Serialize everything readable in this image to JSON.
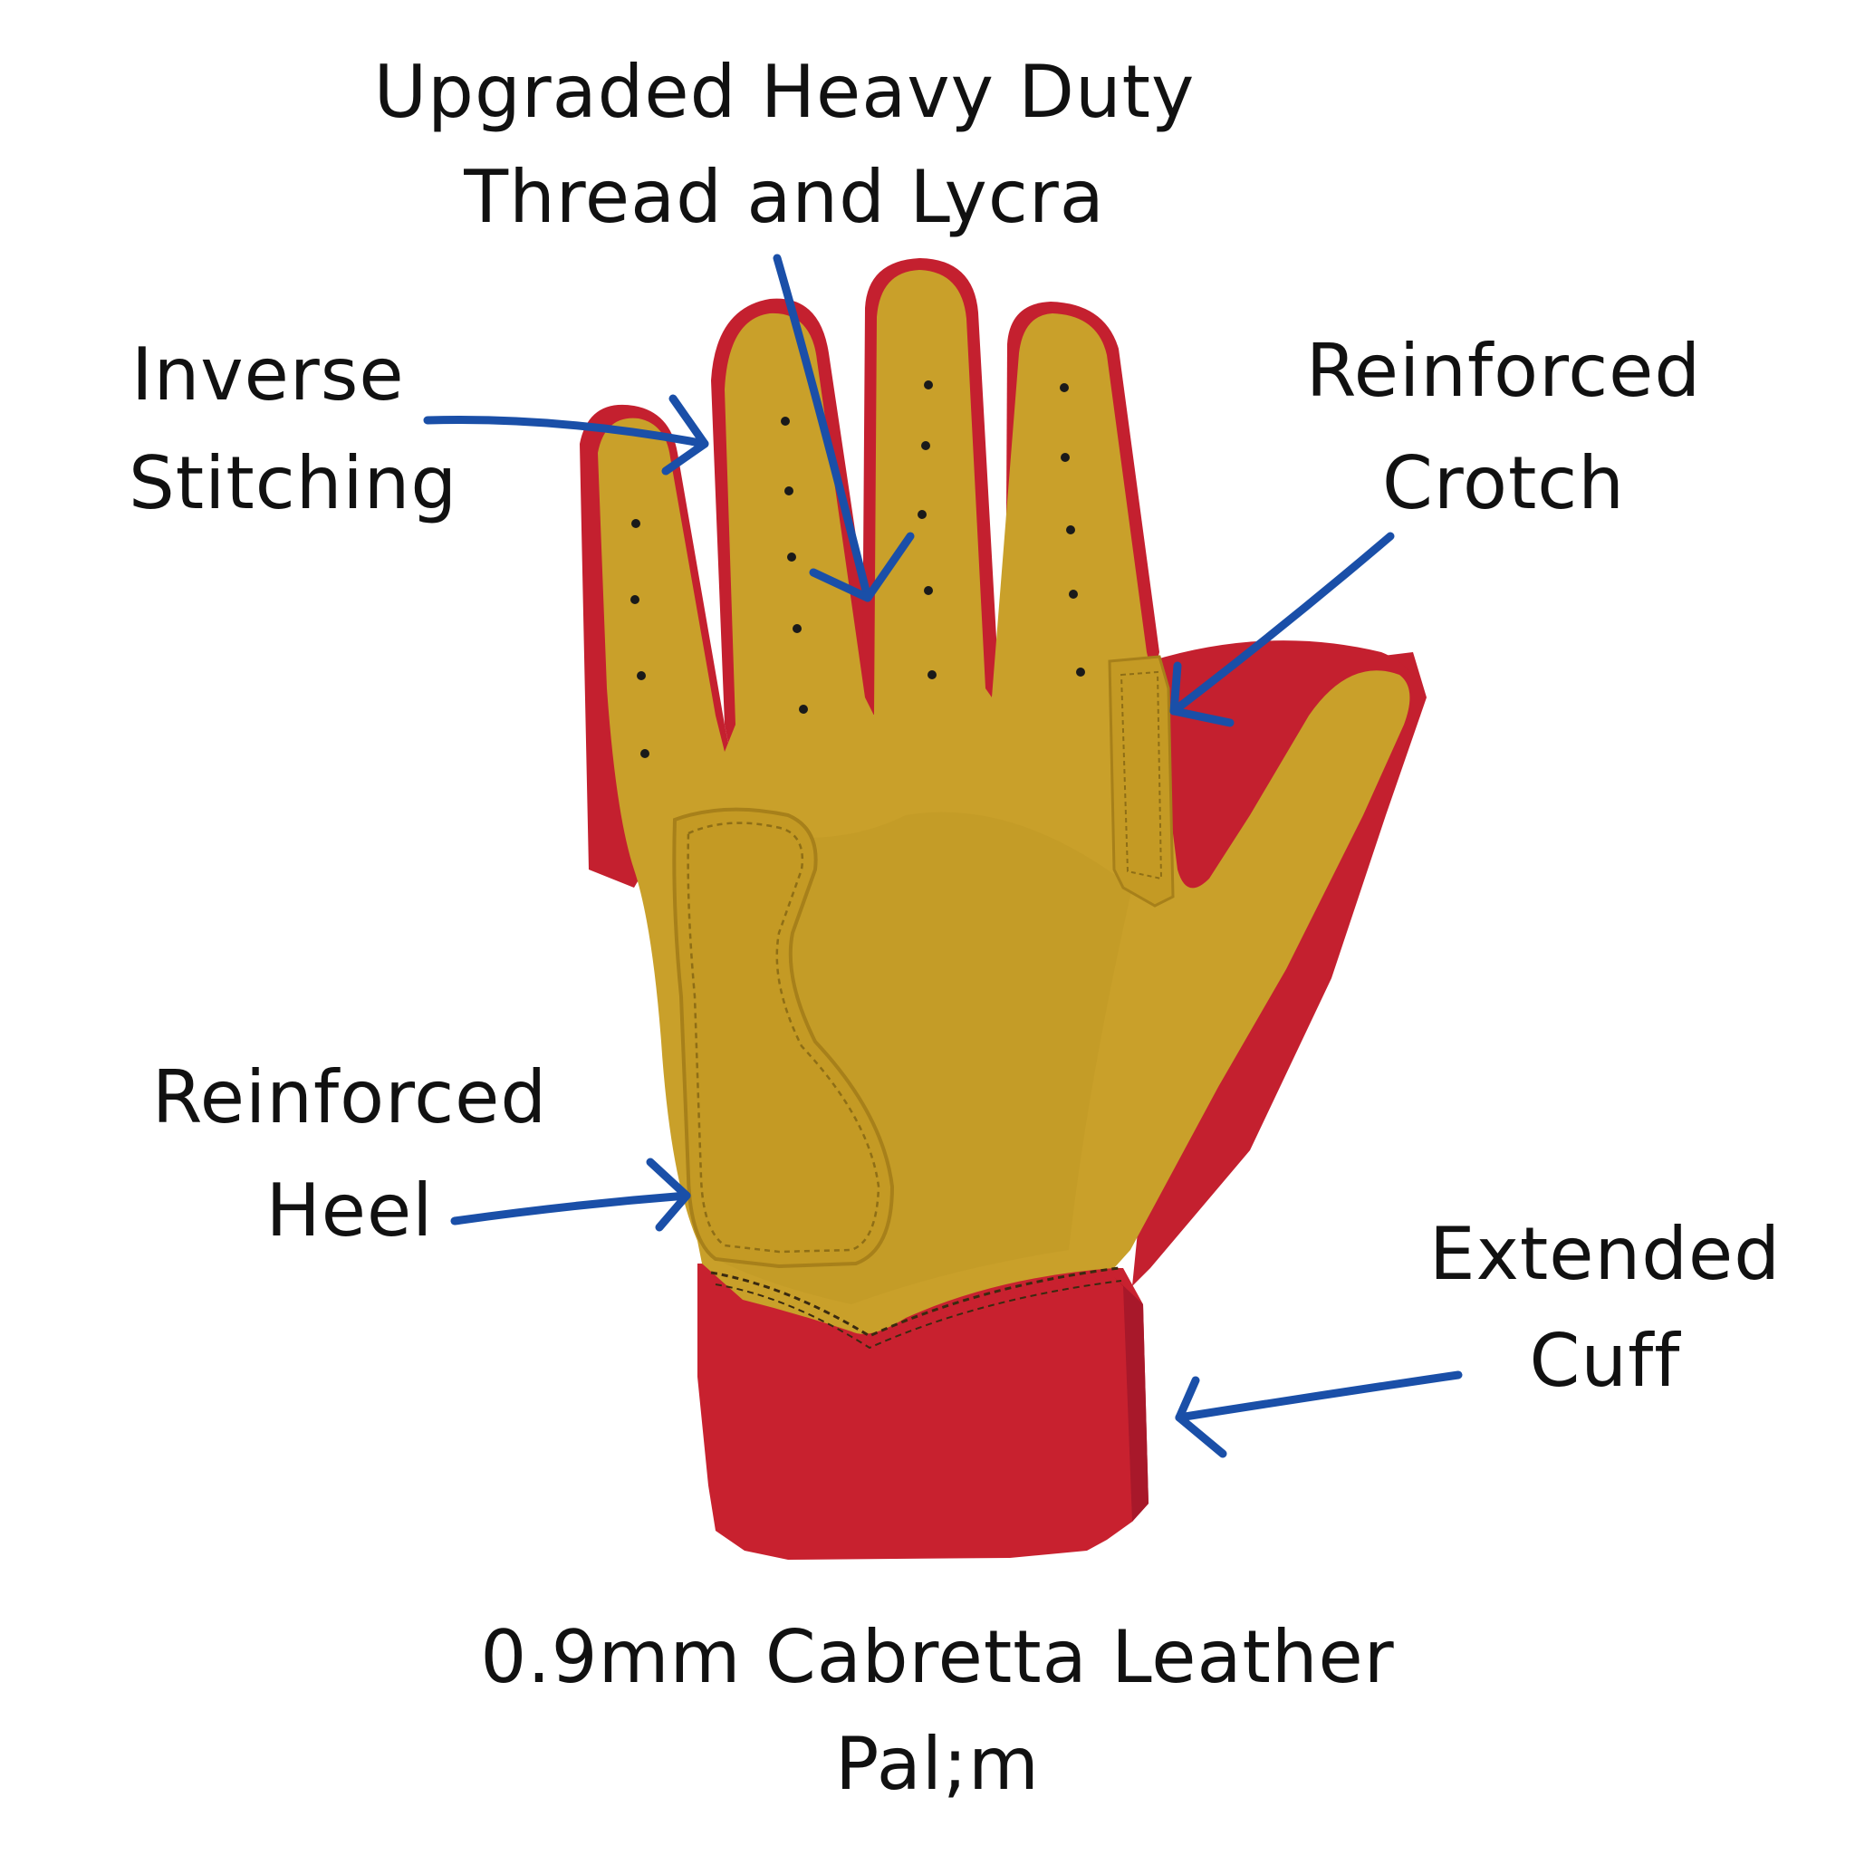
{
  "colors": {
    "background": "#FFFFFF",
    "palm_leather": "#C9A02A",
    "palm_shadow": "#B58C1E",
    "backing_red": "#C4202F",
    "cuff_red": "#C8212F",
    "arrow_blue": "#1A4FA8",
    "text": "#111111"
  },
  "labels": {
    "thread_line1": "Upgraded Heavy Duty",
    "thread_line2": "Thread and Lycra",
    "stitching_line1": "Inverse",
    "stitching_line2": "Stitching",
    "crotch_line1": "Reinforced",
    "crotch_line2": "Crotch",
    "heel_line1": "Reinforced",
    "heel_line2": "Heel",
    "cuff_line1": "Extended",
    "cuff_line2": "Cuff",
    "palm_line1": "0.9mm Cabretta Leather",
    "palm_line2": "Pal;m"
  },
  "callouts": [
    {
      "id": "thread-lycra",
      "target": "finger gusset between index and middle finger"
    },
    {
      "id": "inverse-stitching",
      "target": "ring finger side seam"
    },
    {
      "id": "reinforced-crotch",
      "target": "thumb crotch patch"
    },
    {
      "id": "reinforced-heel",
      "target": "heel pad"
    },
    {
      "id": "extended-cuff",
      "target": "wrist cuff"
    }
  ]
}
